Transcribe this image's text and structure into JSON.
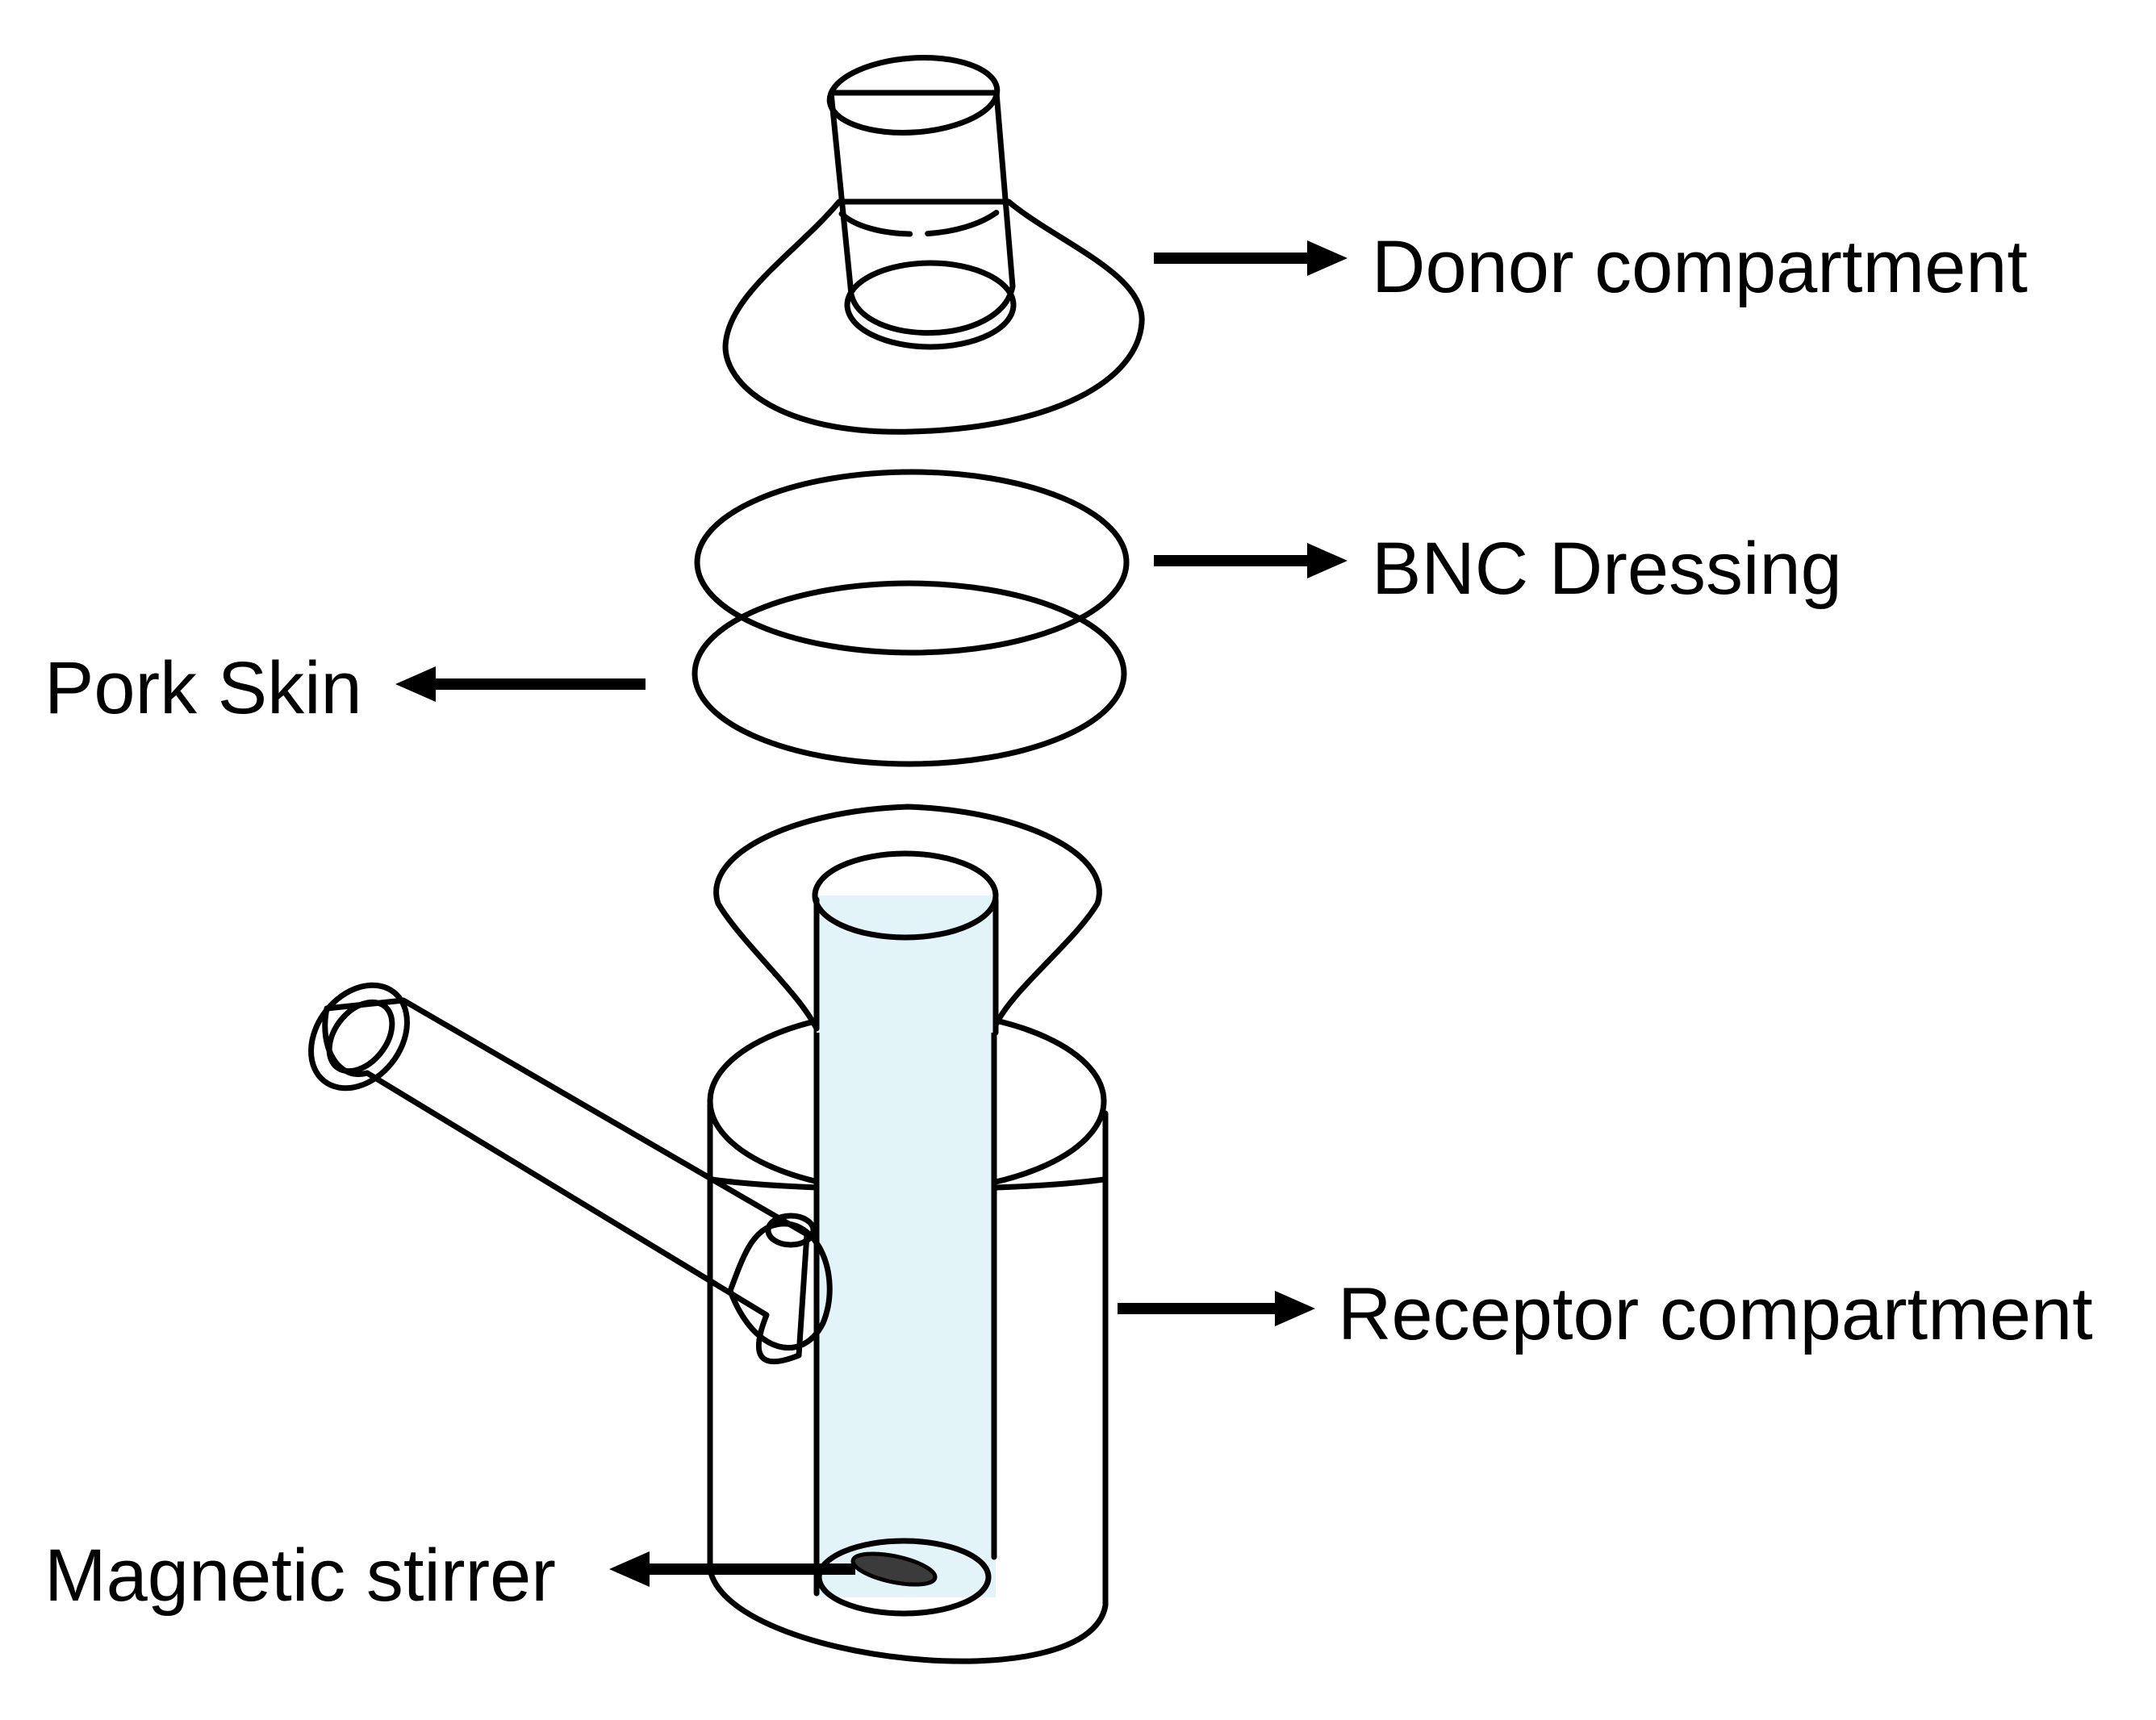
{
  "labels": {
    "donor": "Donor compartment",
    "bnc": "BNC Dressing",
    "pork": "Pork Skin",
    "receptor": "Receptor compartment",
    "stirrer": "Magnetic stirrer"
  },
  "colors": {
    "liquid": "#a8dbe3",
    "glass": "#e2f4f8",
    "bnc_dressing": "#923e3e",
    "pork_skin": "#f5cdb1",
    "funnel_gray": "#dcdcdc",
    "stirrer_bar": "#3b3b3b",
    "ink": "#000000"
  }
}
